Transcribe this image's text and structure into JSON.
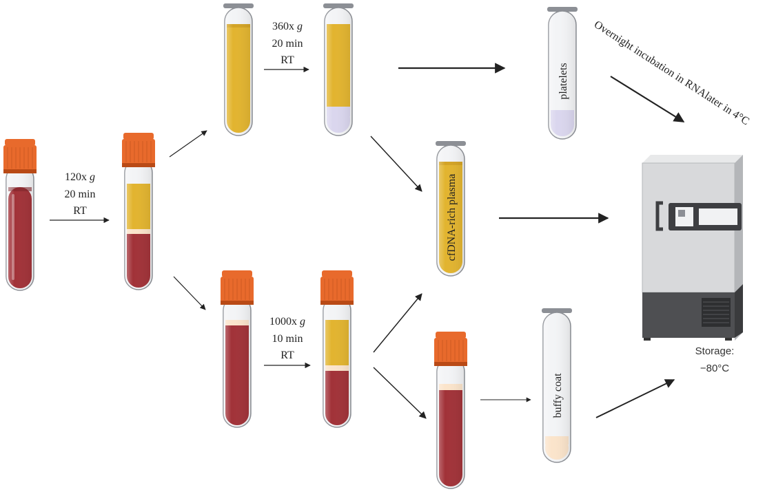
{
  "colors": {
    "blood": "#A13238",
    "blood_dark": "#7E2228",
    "plasma": "#E2B42F",
    "plasma_dark": "#C9971F",
    "cap": "#E86A2C",
    "cap_dark": "#B94A16",
    "buffy": "#FBE4CB",
    "platelet": "#DAD6EE",
    "glass": "#F3F4F6",
    "glass_edge": "#8C8F95",
    "arrow": "#222222",
    "freezer_body": "#D8D9DB",
    "freezer_base": "#4E4F52"
  },
  "steps": {
    "spin1": {
      "speed": "120x",
      "unit": "g",
      "time": "20 min",
      "temp": "RT"
    },
    "spin2": {
      "speed": "360x",
      "unit": "g",
      "time": "20 min",
      "temp": "RT"
    },
    "spin3": {
      "speed": "1000x",
      "unit": "g",
      "time": "10 min",
      "temp": "RT"
    }
  },
  "tube_labels": {
    "platelets": "platelets",
    "cfdna_plasma": "cfDNA-rich plasma",
    "buffy_coat": "buffy coat"
  },
  "platelet_step": "Overnight incubation in RNAlater in 4°C",
  "storage": {
    "label": "Storage:",
    "temperature": "−80°C"
  }
}
